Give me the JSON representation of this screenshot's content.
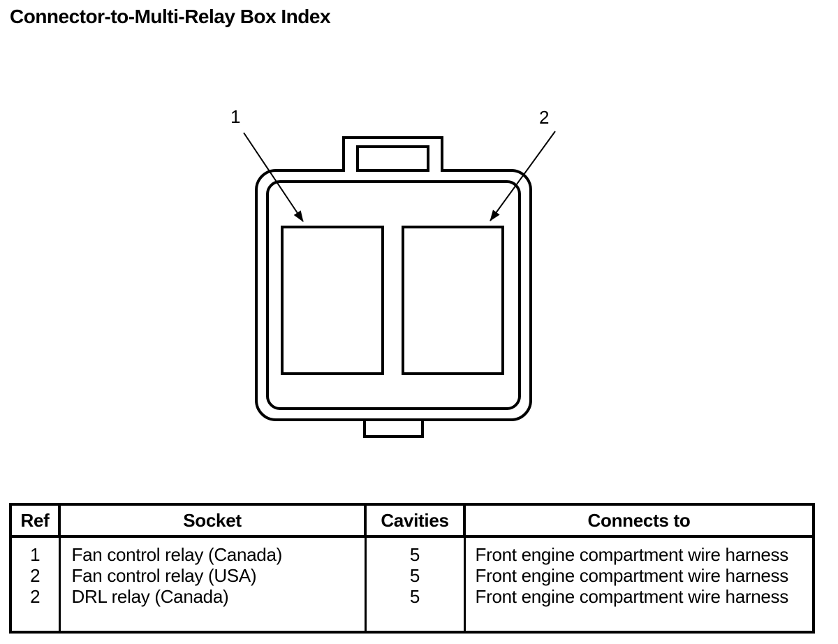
{
  "page": {
    "title": "Connector-to-Multi-Relay Box Index"
  },
  "colors": {
    "line": "#000000",
    "background": "#ffffff",
    "text": "#000000"
  },
  "diagram": {
    "callouts": [
      {
        "label": "1"
      },
      {
        "label": "2"
      }
    ]
  },
  "index_table": {
    "headers": [
      "Ref",
      "Socket",
      "Cavities",
      "Connects to"
    ],
    "rows": [
      {
        "ref": "1",
        "socket": "Fan control relay (Canada)",
        "cavities": "5",
        "connects_to": "Front engine compartment wire harness"
      },
      {
        "ref": "2",
        "socket": "Fan control relay (USA)",
        "cavities": "5",
        "connects_to": "Front engine compartment wire harness"
      },
      {
        "ref": "2",
        "socket": "DRL relay (Canada)",
        "cavities": "5",
        "connects_to": "Front engine compartment wire harness"
      }
    ]
  }
}
